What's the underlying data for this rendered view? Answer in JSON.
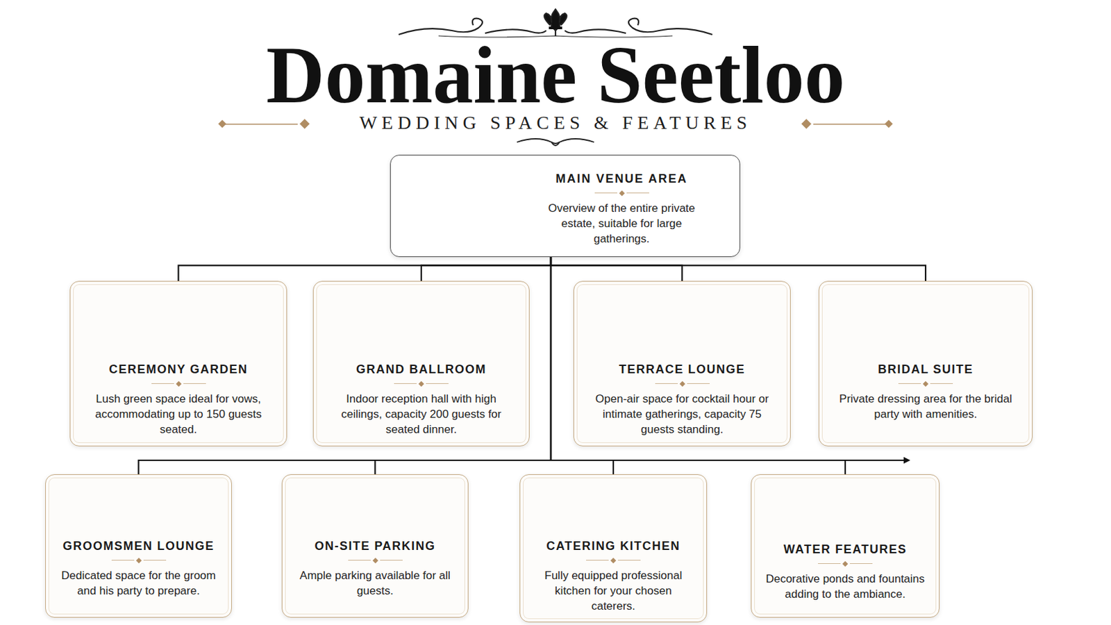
{
  "diagram": {
    "title": "Domaine Seetloo",
    "nodes": [
      {
        "text": [
          "MAIN VENUE AREA",
          "Overview of the entire private estate, suitable for large gatherings."
        ]
      },
      {
        "text": [
          "CEREMONY GARDEN",
          "Lush green space ideal for vows, accommodating up to 150 guests seated."
        ]
      },
      {
        "text": [
          "GRAND BALLROOM",
          "Indoor reception hall with high ceilings, capacity 200 guests for seated dinner."
        ]
      },
      {
        "text": [
          "TERRACE LOUNGE",
          "Open-air space for cocktail hour or intimate gatherings, capacity 75 guests standing."
        ]
      },
      {
        "text": [
          "BRIDAL SUITE",
          "Private dressing area for the bridal party with amenities."
        ]
      },
      {
        "text": [
          "GROOMSMEN LOUNGE",
          "Dedicated space for the groom and his party to prepare."
        ]
      },
      {
        "text": [
          "ON-SITE PARKING",
          "Ample parking available for all guests."
        ]
      },
      {
        "text": [
          "CATERING KITCHEN",
          "Fully equipped professional kitchen for your chosen caterers."
        ]
      },
      {
        "text": [
          "WATER FEATURES",
          "Decorative ponds and fountains adding to the ambiance."
        ]
      }
    ],
    "edges": [
      {
        "from": 0,
        "to": 1,
        "arrow": "none"
      },
      {
        "from": 0,
        "to": 2,
        "arrow": "none"
      },
      {
        "from": 0,
        "to": 3,
        "arrow": "none"
      },
      {
        "from": 0,
        "to": 4,
        "arrow": "none"
      },
      {
        "from": 0,
        "to": 5,
        "arrow": "none"
      },
      {
        "from": 0,
        "to": 6,
        "arrow": "none"
      },
      {
        "from": 0,
        "to": 7,
        "arrow": "none"
      },
      {
        "from": 0,
        "to": 8,
        "arrow": "none"
      }
    ],
    "labels": [
      "WEDDING SPACES & FEATURES"
    ]
  }
}
